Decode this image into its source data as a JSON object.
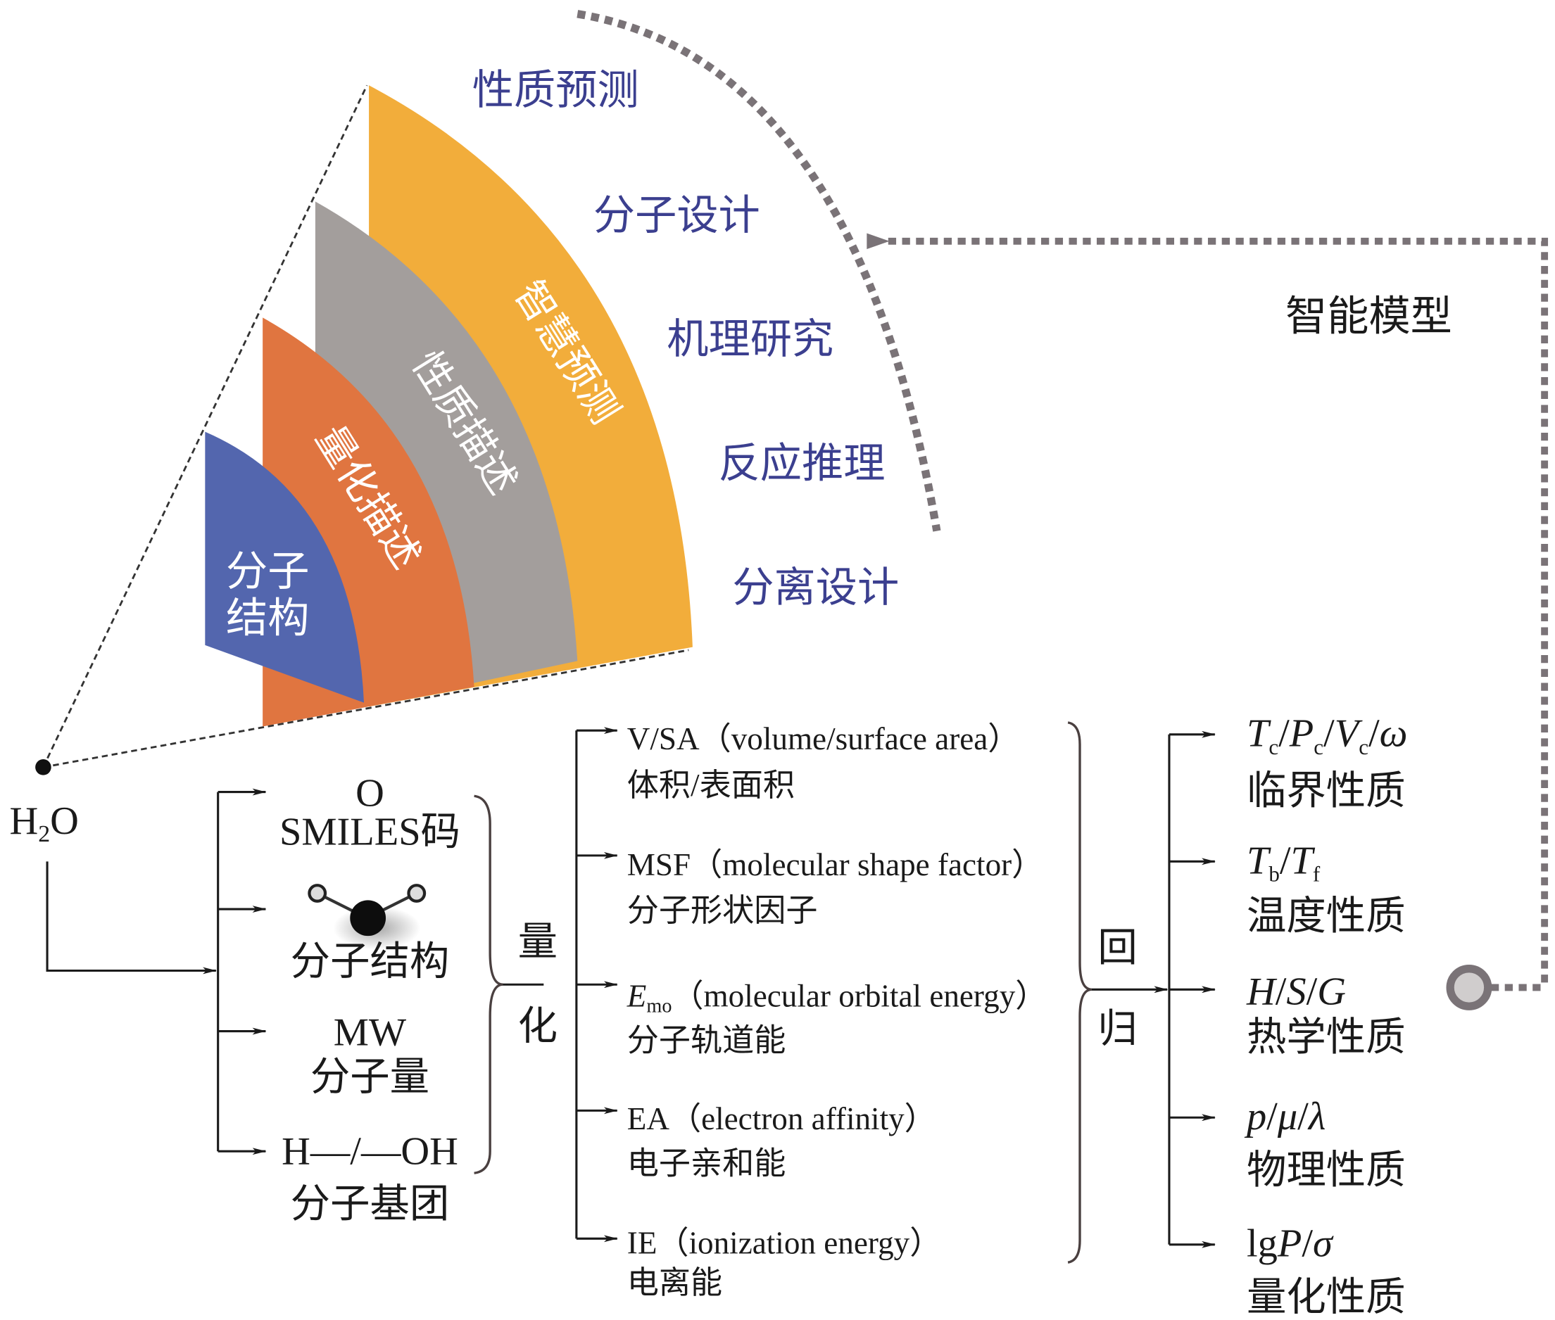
{
  "fan": {
    "bands": [
      {
        "label_line1": "分子",
        "label_line2": "结构",
        "color": "#5366ae"
      },
      {
        "label": "量化描述",
        "color": "#e07540"
      },
      {
        "label": "性质描述",
        "color": "#a39e9c"
      },
      {
        "label": "智慧预测",
        "color": "#f2ad3b"
      }
    ],
    "applications": [
      "性质预测",
      "分子设计",
      "机理研究",
      "反应推理",
      "分离设计"
    ]
  },
  "smart_model_label": "智能模型",
  "source": {
    "H": "H",
    "sub": "2",
    "O": "O"
  },
  "representations": [
    {
      "top": "O",
      "bottom": "SMILES码"
    },
    {
      "bottom": "分子结构"
    },
    {
      "top": "MW",
      "bottom": "分子量"
    },
    {
      "top": "H—/—OH",
      "bottom": "分子基团"
    }
  ],
  "quantify_label": [
    "量",
    "化"
  ],
  "descriptors": [
    {
      "abbr": "V/SA",
      "full": "（volume/surface area）",
      "zh": "体积/表面积"
    },
    {
      "abbr": "MSF",
      "full": "（molecular shape factor）",
      "zh": "分子形状因子"
    },
    {
      "abbr": "E",
      "abbr_sub": "mo",
      "full": "（molecular orbital energy）",
      "zh": "分子轨道能"
    },
    {
      "abbr": "EA",
      "full": "（electron affinity）",
      "zh": "电子亲和能"
    },
    {
      "abbr": "IE",
      "full": "（ionization energy）",
      "zh": "电离能"
    }
  ],
  "regress_label": [
    "回",
    "归"
  ],
  "properties": [
    {
      "parts": [
        "T",
        "c",
        "/",
        "P",
        "c",
        "/",
        "V",
        "c",
        "/",
        "ω"
      ],
      "zh": "临界性质"
    },
    {
      "parts": [
        "T",
        "b",
        "/",
        "T",
        "f"
      ],
      "zh": "温度性质"
    },
    {
      "parts": [
        "H",
        "/",
        "S",
        "/",
        "G"
      ],
      "zh": "热学性质"
    },
    {
      "parts": [
        "p",
        "/",
        "μ",
        "/",
        "λ"
      ],
      "zh": "物理性质"
    },
    {
      "parts": [
        "lg",
        "P",
        "/",
        "σ"
      ],
      "zh": "量化性质"
    }
  ]
}
